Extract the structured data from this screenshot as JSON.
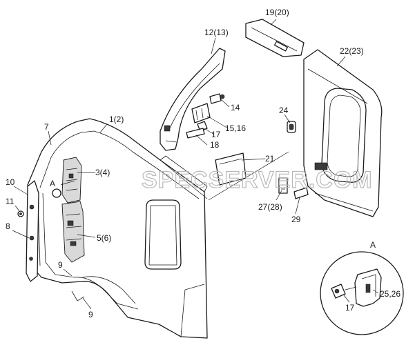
{
  "callouts": {
    "c1": "1(2)",
    "c3": "3(4)",
    "c5": "5(6)",
    "c7": "7",
    "c8": "8",
    "c9a": "9",
    "c9b": "9",
    "c10": "10",
    "c11": "11",
    "c12": "12(13)",
    "c14": "14",
    "c15": "15,16",
    "c17": "17",
    "c18": "18",
    "c19": "19(20)",
    "c21": "21",
    "c22": "22(23)",
    "c24": "24",
    "c27": "27(28)",
    "c29": "29",
    "cA": "A"
  },
  "detail": {
    "title": "A",
    "c17": "17",
    "c25": "25,26"
  },
  "watermark": "SPECSERVER.COM"
}
